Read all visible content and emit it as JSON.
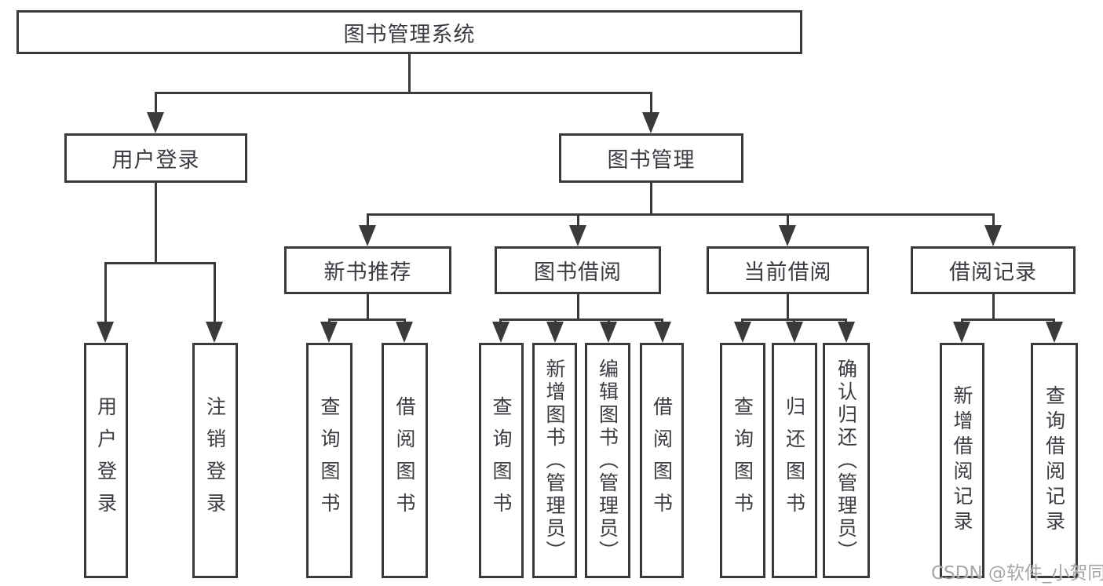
{
  "diagram": {
    "root": {
      "label": "图书管理系统"
    },
    "branches": [
      {
        "label": "用户登录",
        "children": [
          {
            "label": "用户登录"
          },
          {
            "label": "注销登录"
          }
        ]
      },
      {
        "label": "图书管理",
        "children": [
          {
            "label": "新书推荐",
            "children": [
              {
                "label": "查询图书"
              },
              {
                "label": "借阅图书"
              }
            ]
          },
          {
            "label": "图书借阅",
            "children": [
              {
                "label": "查询图书"
              },
              {
                "label": "新增图书（管理员）"
              },
              {
                "label": "编辑图书（管理员）"
              },
              {
                "label": "借阅图书"
              }
            ]
          },
          {
            "label": "当前借阅",
            "children": [
              {
                "label": "查询图书"
              },
              {
                "label": "归还图书"
              },
              {
                "label": "确认归还（管理员）"
              }
            ]
          },
          {
            "label": "借阅记录",
            "children": [
              {
                "label": "新增借阅记录"
              },
              {
                "label": "查询借阅记录"
              }
            ]
          }
        ]
      }
    ]
  },
  "watermark": {
    "text": "CSDN @软件_小贺同学"
  },
  "colors": {
    "line": "#3a3a3a",
    "text": "#3b3b42",
    "watermark": "#9e9ea2",
    "background": "#ffffff"
  }
}
